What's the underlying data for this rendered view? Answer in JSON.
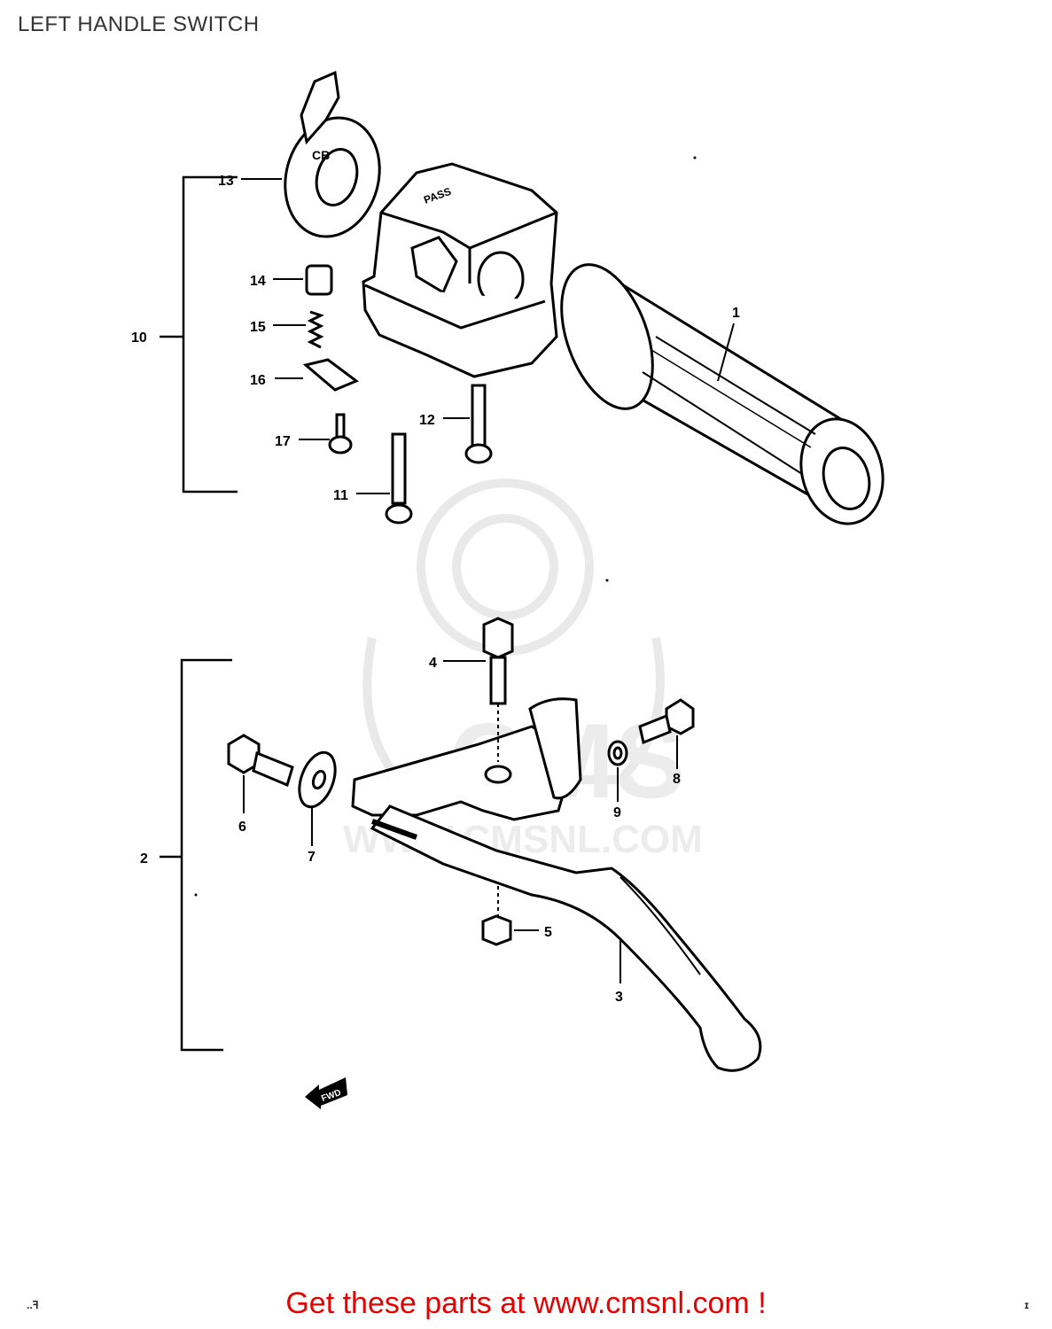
{
  "page": {
    "title": "LEFT HANDLE SWITCH"
  },
  "diagram": {
    "callouts": {
      "p1": "1",
      "p2": "2",
      "p3": "3",
      "p4": "4",
      "p5": "5",
      "p6": "6",
      "p7": "7",
      "p8": "8",
      "p9": "9",
      "p10": "10",
      "p11": "11",
      "p12": "12",
      "p13": "13",
      "p14": "14",
      "p15": "15",
      "p16": "16",
      "p17": "17"
    },
    "watermark": "WWW.CMSNL.COM",
    "watermark_logo": "CMS",
    "arrow_label": "FWD"
  },
  "footer": {
    "cta": "Get these parts at www.cmsnl.com !",
    "color": "#e60000",
    "corner_left": "..ꟻ",
    "corner_right": "ɪ"
  }
}
